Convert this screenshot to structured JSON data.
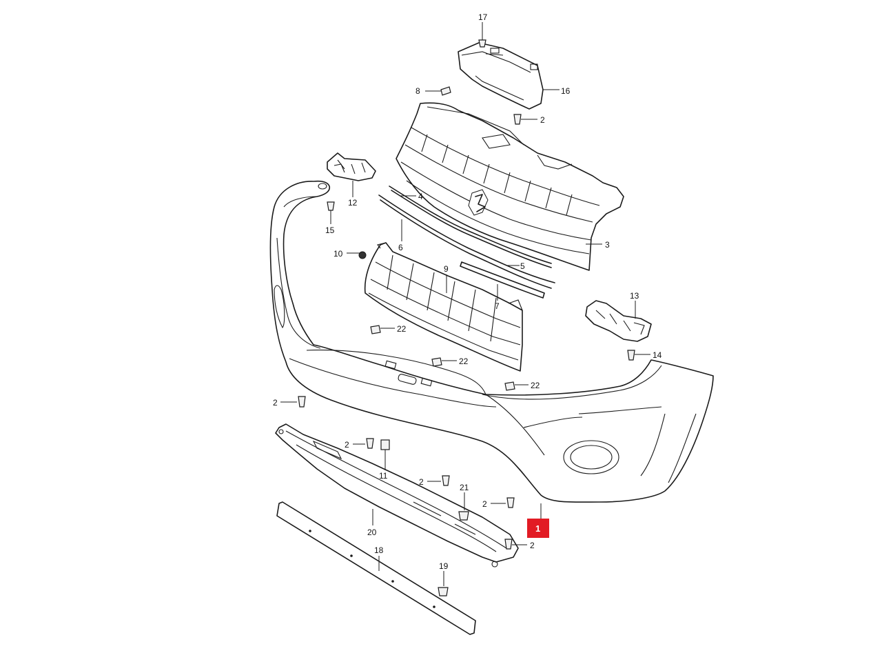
{
  "callouts": {
    "c1": "1",
    "c2a": "2",
    "c2b": "2",
    "c2c": "2",
    "c2d": "2",
    "c2e": "2",
    "c2f": "2",
    "c3": "3",
    "c4": "4",
    "c5": "5",
    "c6": "6",
    "c7": "7",
    "c8": "8",
    "c9": "9",
    "c10": "10",
    "c11": "11",
    "c12": "12",
    "c13": "13",
    "c14": "14",
    "c15": "15",
    "c16": "16",
    "c17": "17",
    "c18": "18",
    "c19": "19",
    "c20": "20",
    "c21": "21",
    "c22a": "22",
    "c22b": "22",
    "c22c": "22"
  },
  "colors": {
    "highlight": "#e21b24",
    "line": "#1a1a1a",
    "background": "#ffffff"
  }
}
